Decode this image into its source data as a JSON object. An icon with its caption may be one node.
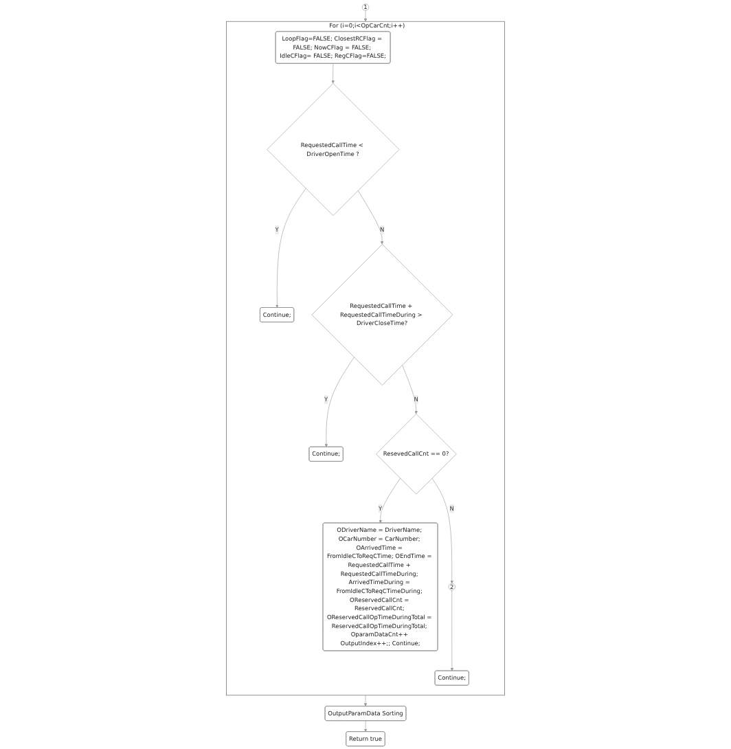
{
  "diagram": {
    "nodes": [
      {
        "text": [
          "1"
        ]
      },
      {
        "text": [
          "For (i=0;i<OpCarCnt;i++)"
        ]
      },
      {
        "text": [
          "LoopFlag=FALSE; ClosestRCFlag = FALSE; NowCFlag = FALSE; IdleCFlag= FALSE; RegCFlag=FALSE;"
        ],
        "in": 1
      },
      {
        "text": [
          "RequestedCallTime < DriverOpenTime ?"
        ],
        "in": 1
      },
      {
        "text": [
          "Continue;"
        ],
        "in": 1
      },
      {
        "text": [
          "RequestedCallTime + RequestedCallTimeDuring > DriverCloseTime?"
        ],
        "in": 1
      },
      {
        "text": [
          "Continue;"
        ],
        "in": 1
      },
      {
        "text": [
          "ResevedCallCnt == 0?"
        ],
        "in": 1
      },
      {
        "text": [
          "ODriverName = DriverName; OCarNumber = CarNumber; OArrivedTime = FromIdleCToReqCTime; OEndTime = RequestedCallTime + RequestedCallTimeDuring; ArrivedTimeDuring = FromIdleCToReqCTimeDuring; OReservedCallCnt = ReservedCallCnt; OReservedCallOpTimeDuringTotal = ReservedCallOpTimeDuringTotal; OparamDataCnt++ OutputIndex++;; Continue;"
        ],
        "in": 1
      },
      {
        "text": [
          "2"
        ],
        "in": 1
      },
      {
        "text": [
          "Continue;"
        ],
        "in": 1
      },
      {
        "text": [
          "OutputParamData Sorting"
        ]
      },
      {
        "text": [
          "Return true"
        ]
      }
    ],
    "edges": [
      {
        "from": 0,
        "to": 1,
        "arrow": "to"
      },
      {
        "from": 2,
        "to": 3,
        "arrow": "to"
      },
      {
        "from": 3,
        "to": 4,
        "arrow": "to",
        "label": "Y"
      },
      {
        "from": 3,
        "to": 5,
        "arrow": "to",
        "label": "N"
      },
      {
        "from": 5,
        "to": 6,
        "arrow": "to",
        "label": "Y"
      },
      {
        "from": 5,
        "to": 7,
        "arrow": "to",
        "label": "N"
      },
      {
        "from": 7,
        "to": 8,
        "arrow": "to",
        "label": "Y"
      },
      {
        "from": 7,
        "to": 9,
        "arrow": "to",
        "label": "N"
      },
      {
        "from": 9,
        "to": 10,
        "arrow": "to"
      },
      {
        "from": 1,
        "to": 11,
        "arrow": "to"
      },
      {
        "from": 11,
        "to": 12,
        "arrow": "to"
      }
    ]
  }
}
